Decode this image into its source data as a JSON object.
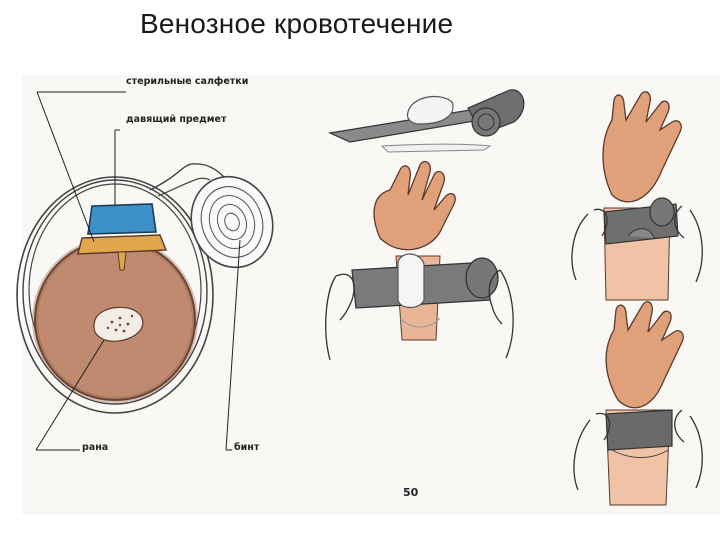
{
  "slide": {
    "title": "Венозное кровотечение"
  },
  "diagram": {
    "labels": {
      "sterile_wipes": "стерильные салфетки",
      "pressing_object": "давящий предмет",
      "wound": "рана",
      "bandage": "бинт"
    },
    "page_number": "50"
  },
  "colors": {
    "skin": "#c98a6a",
    "skin_dark": "#a8674a",
    "pad_blue": "#3d8fc9",
    "gauze_orange": "#e0a84a",
    "bandage_grey": "#6e6e6e"
  }
}
